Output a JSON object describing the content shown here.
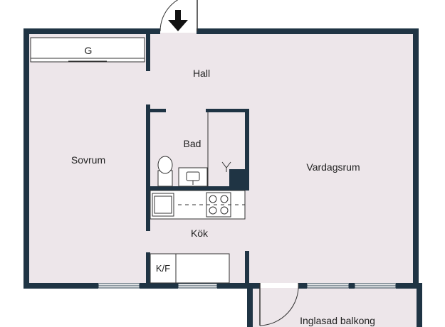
{
  "colors": {
    "wall": "#1f3444",
    "floor": "#ede6ea",
    "fixture": "#ffffff",
    "line": "#333333"
  },
  "icons": [
    "entrance-arrow-icon",
    "toilet-icon",
    "sink-icon",
    "stove-icon",
    "shower-icon"
  ],
  "rooms": {
    "hall": "Hall",
    "sovrum": "Sovrum",
    "bad": "Bad",
    "vardagsrum": "Vardagsrum",
    "kok": "Kök",
    "kf": "K/F",
    "balcony": "Inglasad balkong",
    "wardrobe": "G"
  }
}
